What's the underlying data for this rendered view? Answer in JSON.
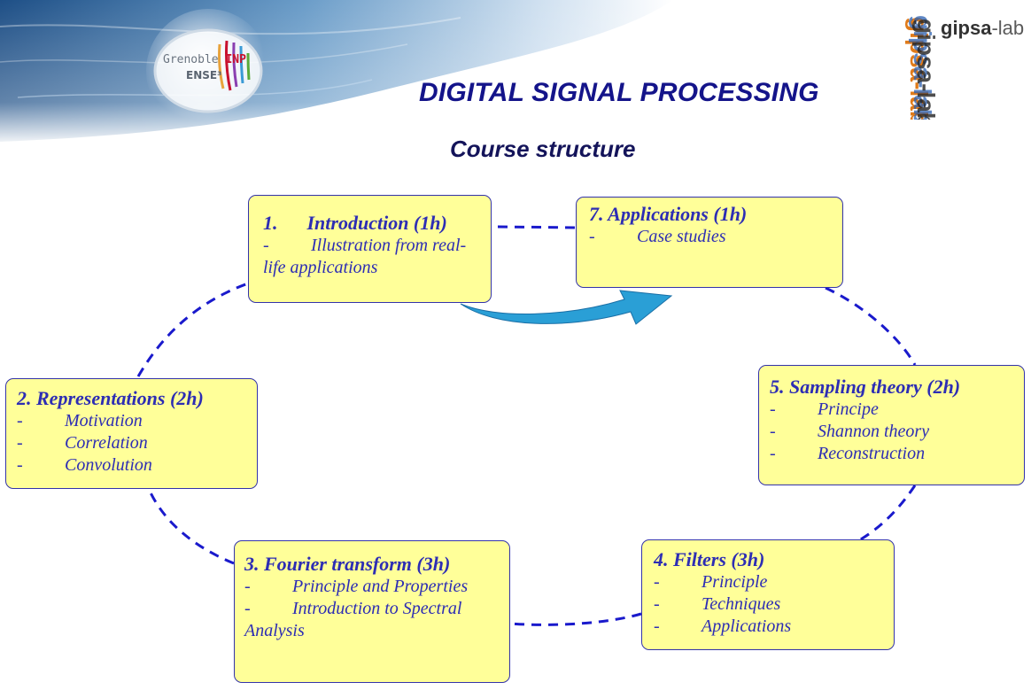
{
  "header": {
    "title": "DIGITAL SIGNAL PROCESSING",
    "subtitle": "Course structure",
    "logo_left": {
      "line1": "Grenoble",
      "line1_accent": "INP",
      "line2": "ENSE³"
    },
    "logo_right": {
      "bold": "gipsa",
      "rest": "-lab",
      "emblem": "gipsa-lab"
    }
  },
  "colors": {
    "box_fill": "#ffff99",
    "box_border": "#3333aa",
    "text": "#2d2db4",
    "dashed_path": "#1a1acc",
    "arrow": "#2a9fd6"
  },
  "modules": [
    {
      "title": "1.      Introduction (1h)",
      "items": [
        "Illustration from real-life applications"
      ]
    },
    {
      "title": "2. Representations (2h)",
      "items": [
        "Motivation",
        "Correlation",
        "Convolution"
      ]
    },
    {
      "title": "3. Fourier transform (3h)",
      "items": [
        "Principle and Properties",
        "Introduction to Spectral Analysis"
      ]
    },
    {
      "title": "4. Filters (3h)",
      "items": [
        "Principle",
        "Techniques",
        "Applications"
      ]
    },
    {
      "title": "5. Sampling theory (2h)",
      "items": [
        "Principe",
        "Shannon theory",
        "Reconstruction"
      ]
    },
    {
      "title": "7. Applications (1h)",
      "items": [
        "Case studies"
      ]
    }
  ]
}
